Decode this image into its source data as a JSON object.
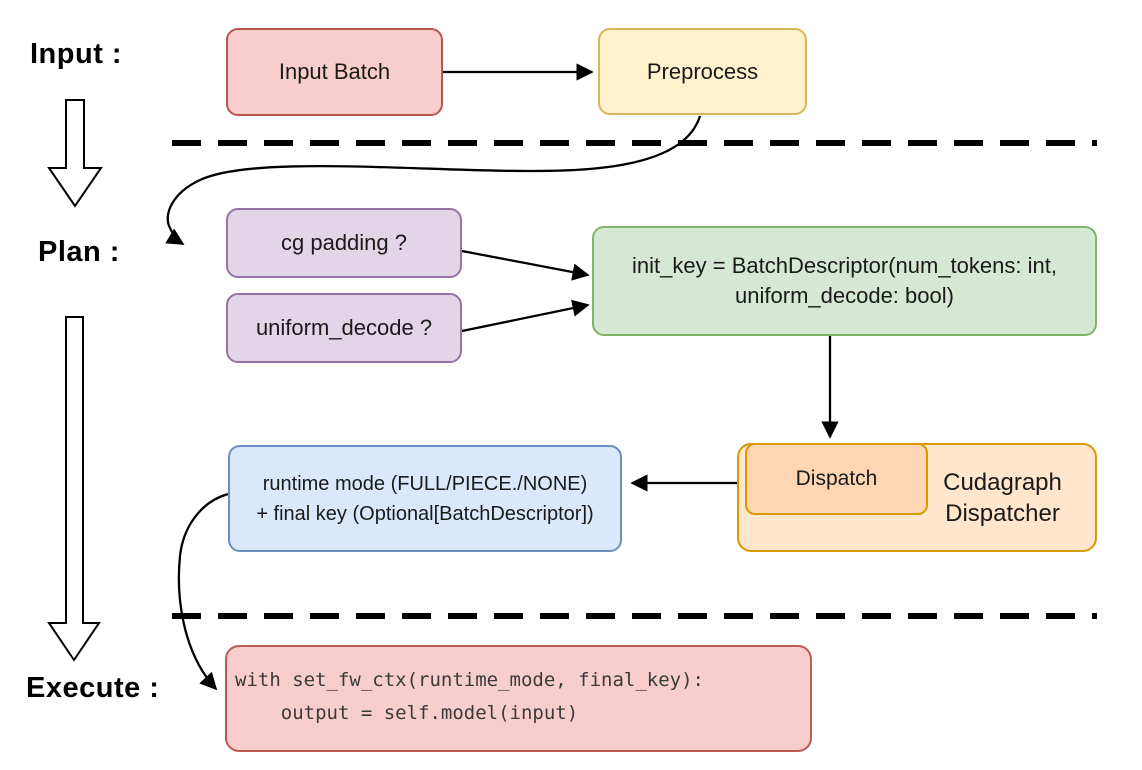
{
  "sections": {
    "input_label": "Input :",
    "plan_label": "Plan :",
    "execute_label": "Execute :"
  },
  "nodes": {
    "input_batch": "Input Batch",
    "preprocess": "Preprocess",
    "cg_padding": "cg padding ?",
    "uniform_decode": "uniform_decode ?",
    "init_key_line1": "init_key = BatchDescriptor(num_tokens: int,",
    "init_key_line2": "uniform_decode: bool)",
    "dispatch": "Dispatch",
    "cudagraph_line1": "Cudagraph",
    "cudagraph_line2": "Dispatcher",
    "runtime_line1": "runtime mode (FULL/PIECE./NONE)",
    "runtime_line2": "+ final key (Optional[BatchDescriptor])",
    "code_line1": "with set_fw_ctx(runtime_mode, final_key):",
    "code_line2": "    output = self.model(input)"
  },
  "colors": {
    "red_fill": "#f8cecc",
    "red_stroke": "#b85450",
    "yellow_fill": "#fff2cc",
    "yellow_stroke": "#d6b656",
    "purple_fill": "#e1d5e7",
    "purple_stroke": "#9673a6",
    "green_fill": "#d5e8d4",
    "green_stroke": "#82b366",
    "orange_outer_fill": "#ffe6cc",
    "orange_inner_fill": "#ffd6b3",
    "orange_stroke": "#d79b00",
    "blue_fill": "#dae8fc",
    "blue_stroke": "#6c8ebf",
    "line_color": "#000000",
    "code_text": "#3a3a3a"
  }
}
